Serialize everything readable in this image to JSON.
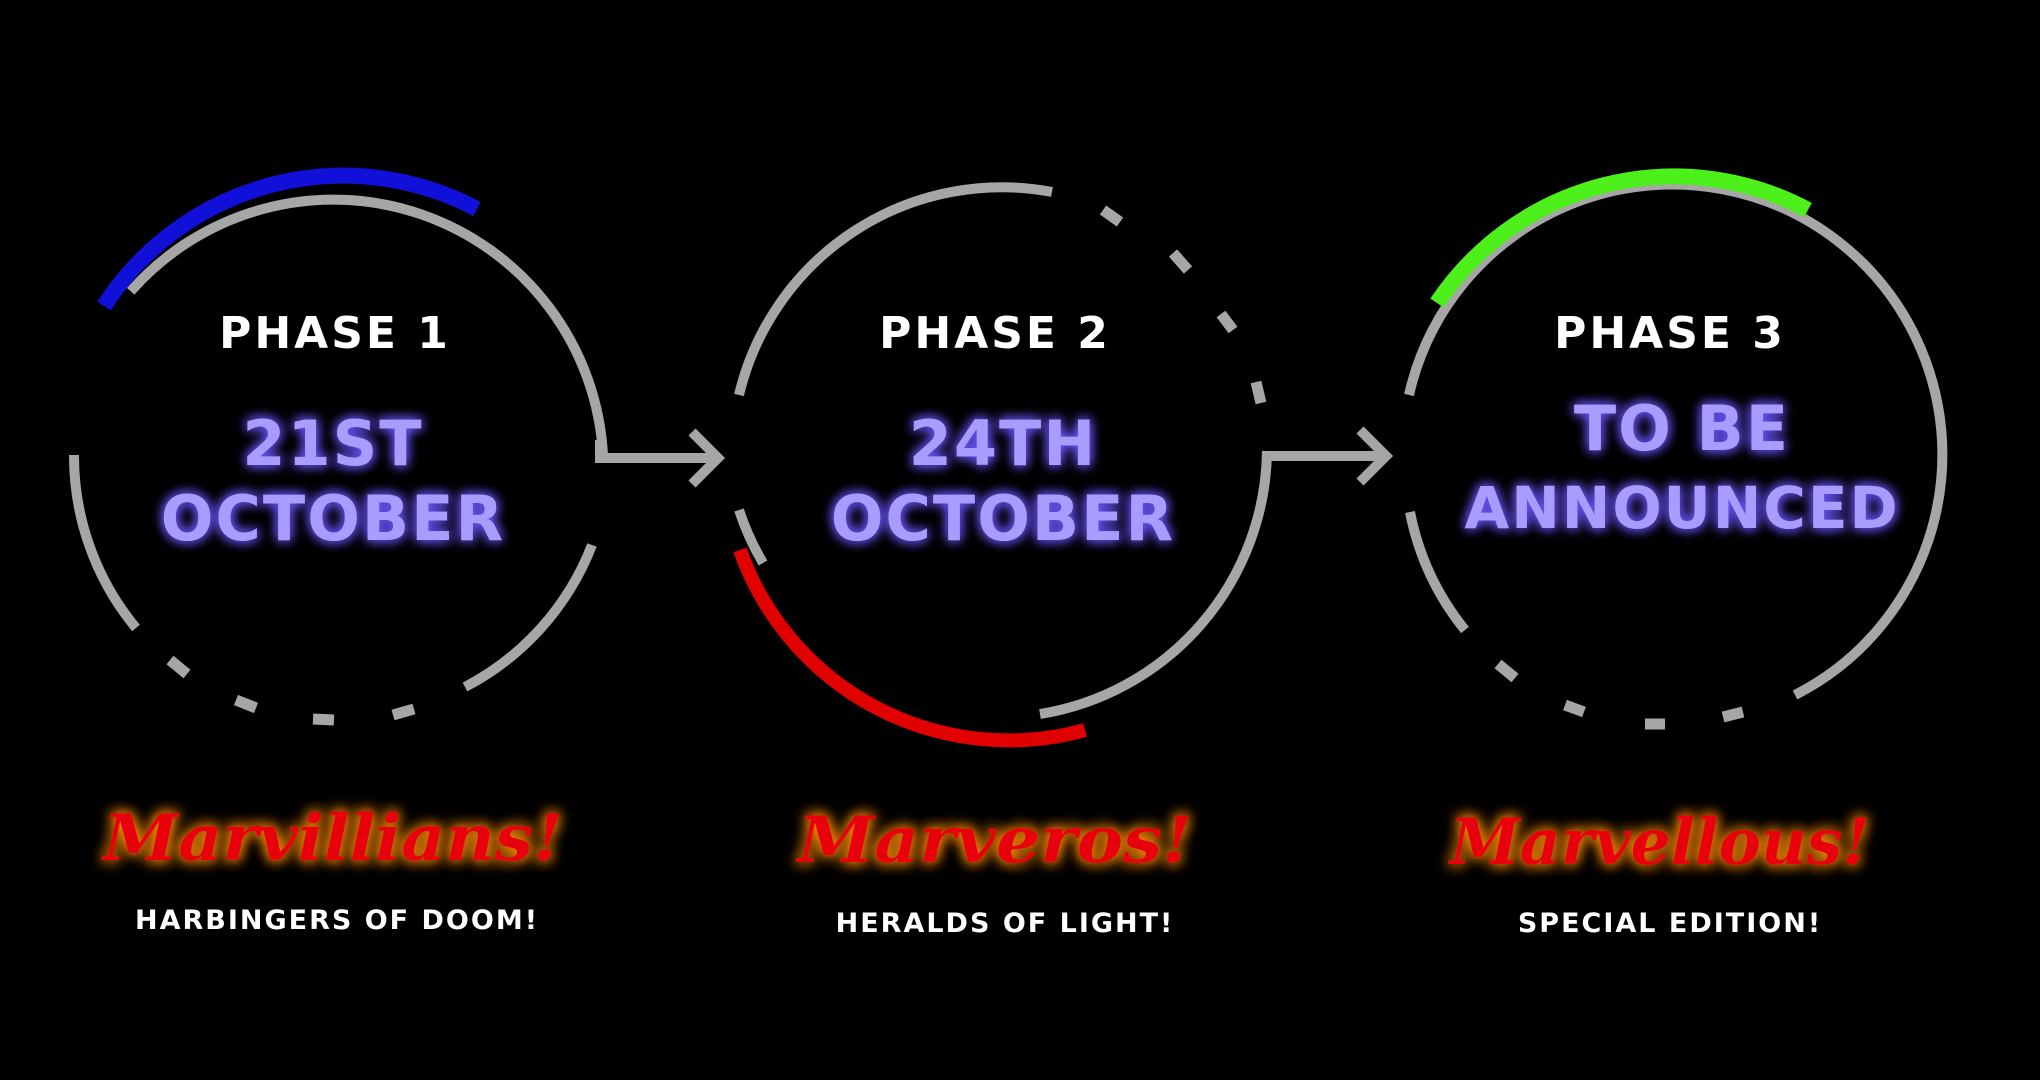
{
  "colors": {
    "background": "#000000",
    "ring": "#a6a6a6",
    "date": "#a99cff",
    "date_glow": "#6b55ff",
    "brand_fill": "#e8000a",
    "brand_glow": "#ff8a00",
    "label": "#ffffff"
  },
  "phases": [
    {
      "label": "PHASE 1",
      "date_lines": [
        "21ST",
        "OCTOBER"
      ],
      "brand": "Marvillians!",
      "tagline": "HARBINGERS OF DOOM!",
      "accent": "#1010d8"
    },
    {
      "label": "PHASE 2",
      "date_lines": [
        "24TH",
        "OCTOBER"
      ],
      "brand": "Marveros!",
      "tagline": "HERALDS OF LIGHT!",
      "accent": "#e00000"
    },
    {
      "label": "PHASE 3",
      "date_lines": [
        "TO BE",
        "ANNOUNCED"
      ],
      "brand": "Marvellous!",
      "tagline": "SPECIAL EDITION!",
      "accent": "#4df01a"
    }
  ]
}
